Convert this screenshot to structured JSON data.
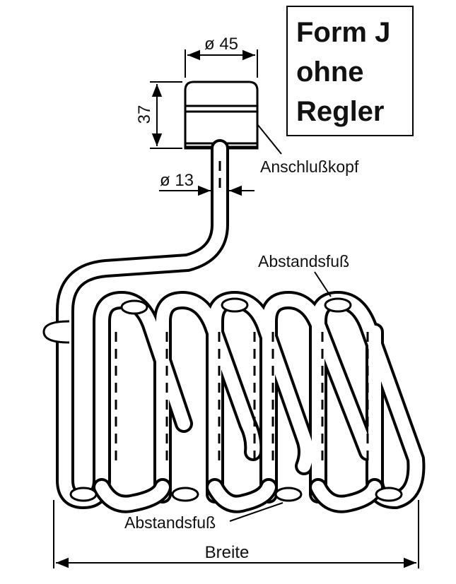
{
  "title_lines": [
    "Form J",
    "ohne",
    "Regler"
  ],
  "dimensions": {
    "head_diameter": "ø 45",
    "head_height": "37",
    "stem_diameter": "ø 13",
    "width": "Breite"
  },
  "labels": {
    "connection_head": "Anschlußkopf",
    "spacer_top": "Abstandsfuß",
    "spacer_bottom": "Abstandsfuß"
  },
  "colors": {
    "line": "#000000",
    "background": "#ffffff"
  }
}
